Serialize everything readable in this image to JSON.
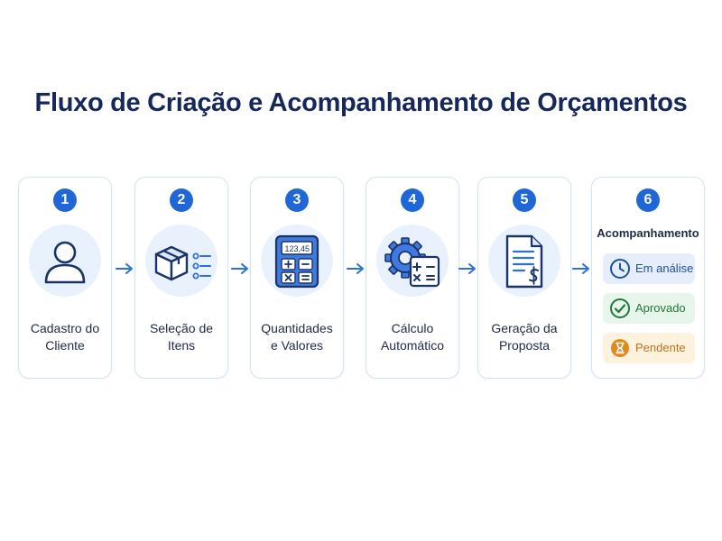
{
  "title": "Fluxo de Criação e Acompanhamento de Orçamentos",
  "steps": [
    {
      "number": "1",
      "icon": "user-icon",
      "label_line1": "Cadastro do",
      "label_line2": "Cliente"
    },
    {
      "number": "2",
      "icon": "box-list-icon",
      "label_line1": "Seleção de",
      "label_line2": "Itens"
    },
    {
      "number": "3",
      "icon": "calculator-icon",
      "display": "123,45",
      "label_line1": "Quantidades",
      "label_line2": "e Valores"
    },
    {
      "number": "4",
      "icon": "gear-calculator-icon",
      "label_line1": "Cálculo",
      "label_line2": "Automático"
    },
    {
      "number": "5",
      "icon": "document-dollar-icon",
      "label_line1": "Geração da",
      "label_line2": "Proposta"
    },
    {
      "number": "6",
      "title": "Acompanhamento",
      "statuses": [
        {
          "label": "Em análise",
          "icon": "clock-icon",
          "color": "#1b4fa8"
        },
        {
          "label": "Aprovado",
          "icon": "check-circle-icon",
          "color": "#1f7a3a"
        },
        {
          "label": "Pendente",
          "icon": "hourglass-icon",
          "color": "#e08a1e"
        }
      ]
    }
  ],
  "colors": {
    "accent": "#1f67d6",
    "title": "#16285a",
    "icon_bg": "#e9f1fc"
  }
}
